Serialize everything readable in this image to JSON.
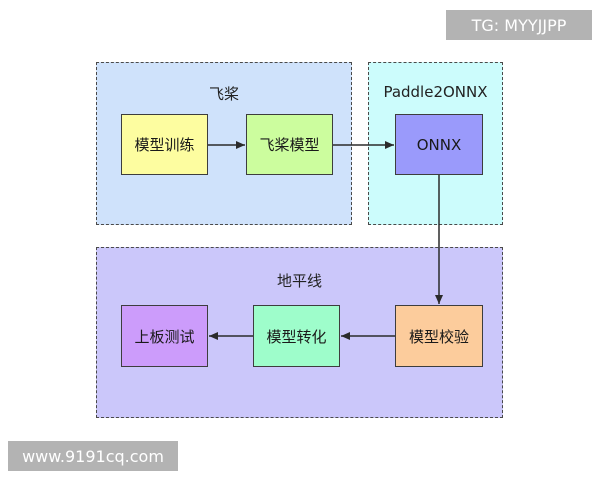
{
  "watermarks": {
    "top_right": "TG: MYYJJPP",
    "bottom_left": "www.9191cq.com"
  },
  "groups": {
    "paddle": {
      "title": "飞桨",
      "color": "#cfe2fb"
    },
    "p2o": {
      "title": "Paddle2ONNX",
      "color": "#ccfcfc"
    },
    "horizon": {
      "title": "地平线",
      "color": "#cbc7fa"
    }
  },
  "nodes": {
    "train": {
      "label": "模型训练",
      "color": "#fdfda0"
    },
    "paddle_model": {
      "label": "飞桨模型",
      "color": "#ccfd9e"
    },
    "onnx": {
      "label": "ONNX",
      "color": "#9a9afb"
    },
    "verify": {
      "label": "模型校验",
      "color": "#fccc9c"
    },
    "convert": {
      "label": "模型转化",
      "color": "#9efdcb"
    },
    "board_test": {
      "label": "上板测试",
      "color": "#cc9cfb"
    }
  }
}
